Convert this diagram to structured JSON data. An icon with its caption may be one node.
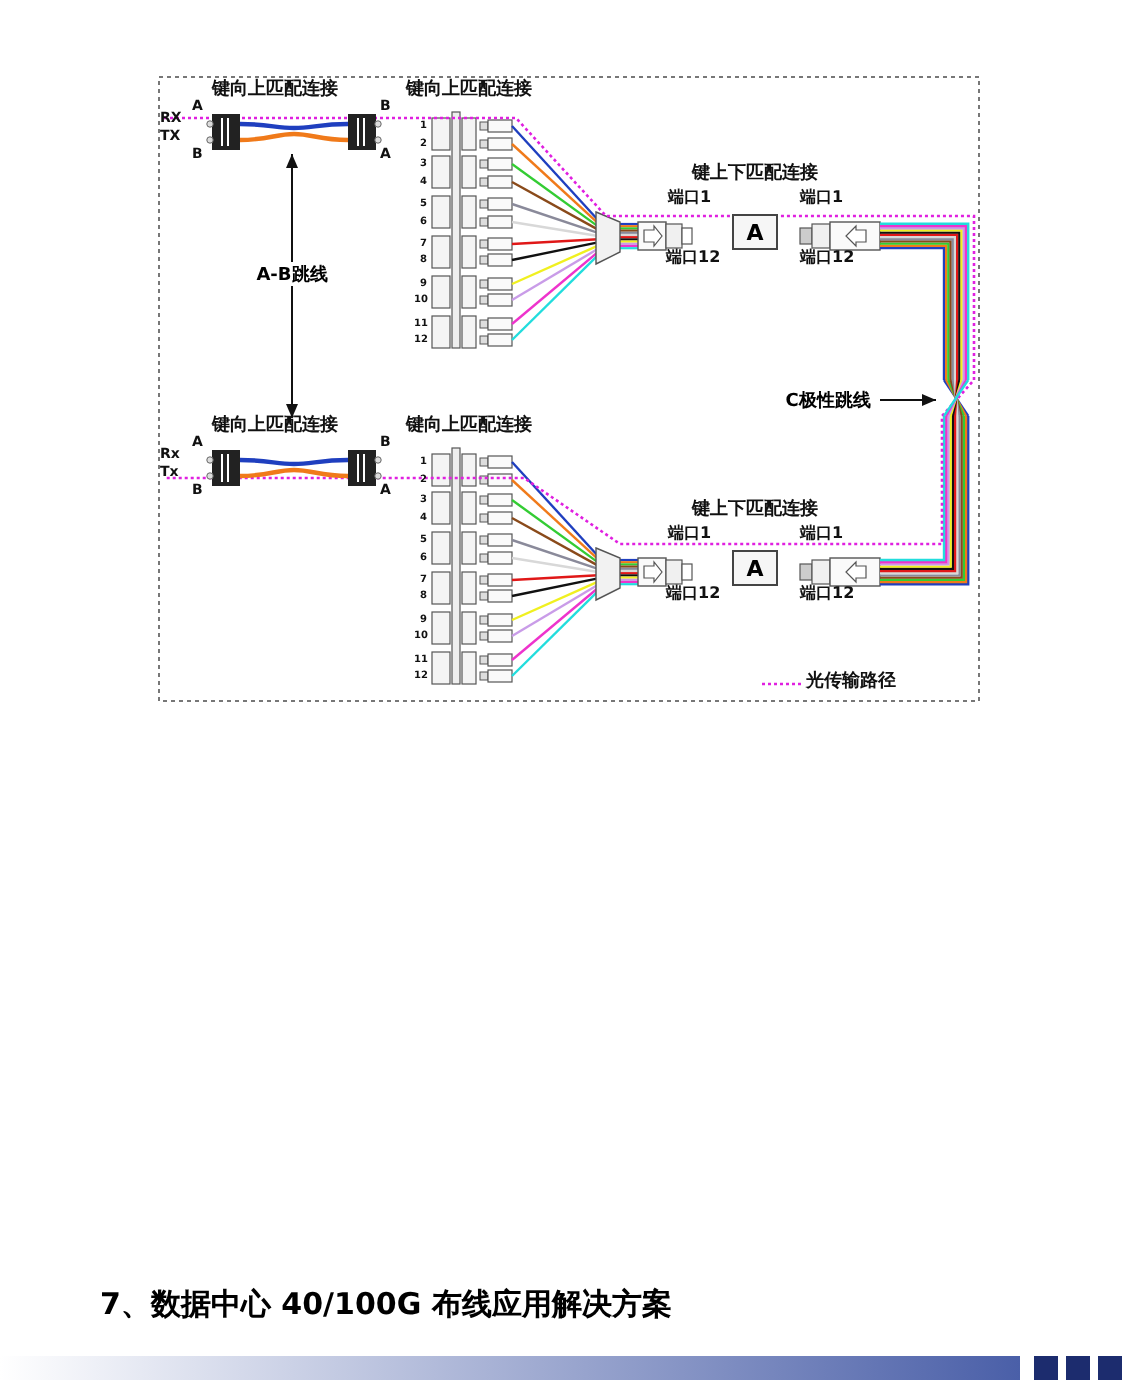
{
  "diagram": {
    "title": "7、数据中心 40/100G 布线应用解决方案",
    "nodes": [
      {
        "text": [],
        "shape": "cable",
        "beside": [
          "键向上匹配连接"
        ]
      },
      {
        "text": [
          "A"
        ]
      },
      {
        "text": [
          "A-B跳线"
        ]
      },
      {
        "text": [],
        "shape": "cross"
      },
      {
        "text": [
          "C极性跳线"
        ]
      },
      {
        "text": [],
        "shape": "cable",
        "beside": [
          "键向上匹配连接"
        ]
      },
      {
        "text": [
          "A"
        ]
      }
    ],
    "edges": [
      {
        "from": 2,
        "to": 0,
        "arrow": "to"
      },
      {
        "from": 2,
        "to": 5,
        "arrow": "to"
      },
      {
        "from": 4,
        "to": 3,
        "arrow": "to"
      }
    ],
    "labels": [
      "键向上匹配连接",
      "A",
      "B",
      "RX",
      "TX",
      "B",
      "A",
      "1",
      "2",
      "3",
      "4",
      "5",
      "6",
      "7",
      "8",
      "9",
      "10",
      "11",
      "12",
      "键上下匹配连接",
      "端口1",
      "端口1",
      "端口12",
      "端口12",
      "键向上匹配连接",
      "A",
      "B",
      "Rx",
      "Tx",
      "B",
      "A",
      "1",
      "2",
      "3",
      "4",
      "5",
      "6",
      "7",
      "8",
      "9",
      "10",
      "11",
      "12",
      "键上下匹配连接",
      "端口1",
      "端口1",
      "端口12",
      "端口12"
    ],
    "legend": [
      {
        "text": "光传输路径"
      }
    ]
  }
}
